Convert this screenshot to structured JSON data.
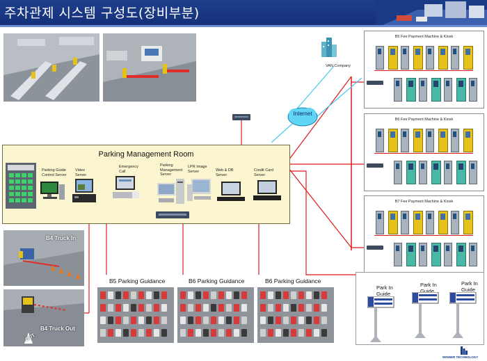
{
  "header": {
    "title": "주차관제 시스템 구성도(장비부분)"
  },
  "cloud": {
    "label": "Internet"
  },
  "van": {
    "label": "VAN Company"
  },
  "room": {
    "title": "Parking Management Room",
    "devices": [
      {
        "label": "Parking Guide Control Server"
      },
      {
        "label": "Video Server"
      },
      {
        "label": "Emergency Call"
      },
      {
        "label": "Parking Management Server"
      },
      {
        "label": "LPR Image Server"
      },
      {
        "label": "Web & DB Server"
      },
      {
        "label": "Credit Card Server"
      }
    ]
  },
  "kiosk_groups": [
    {
      "title": "B5 Fee Payment Machine & Kiosk"
    },
    {
      "title": "B6 Fee Payment Machine & Kiosk"
    },
    {
      "title": "B7 Fee Payment Machine & Kiosk"
    }
  ],
  "truck": {
    "in": "B4 Truck In",
    "out": "B4 Truck Out",
    "out_arrow": "OUT"
  },
  "guidance": [
    {
      "label": "B5 Parking Guidance"
    },
    {
      "label": "B6 Parking Guidance"
    },
    {
      "label": "B6 Parking Guidance"
    }
  ],
  "park_in": [
    {
      "label": "Park In Guide"
    },
    {
      "label": "Park In Guide"
    },
    {
      "label": "Park In Guide"
    }
  ],
  "logo": {
    "text": "WINNER TECHNOLOGY"
  },
  "colors": {
    "header": "#1f3f8c",
    "wire": "#e01818",
    "room_bg": "#fbf6cf",
    "internet_line": "#48c8f0"
  }
}
